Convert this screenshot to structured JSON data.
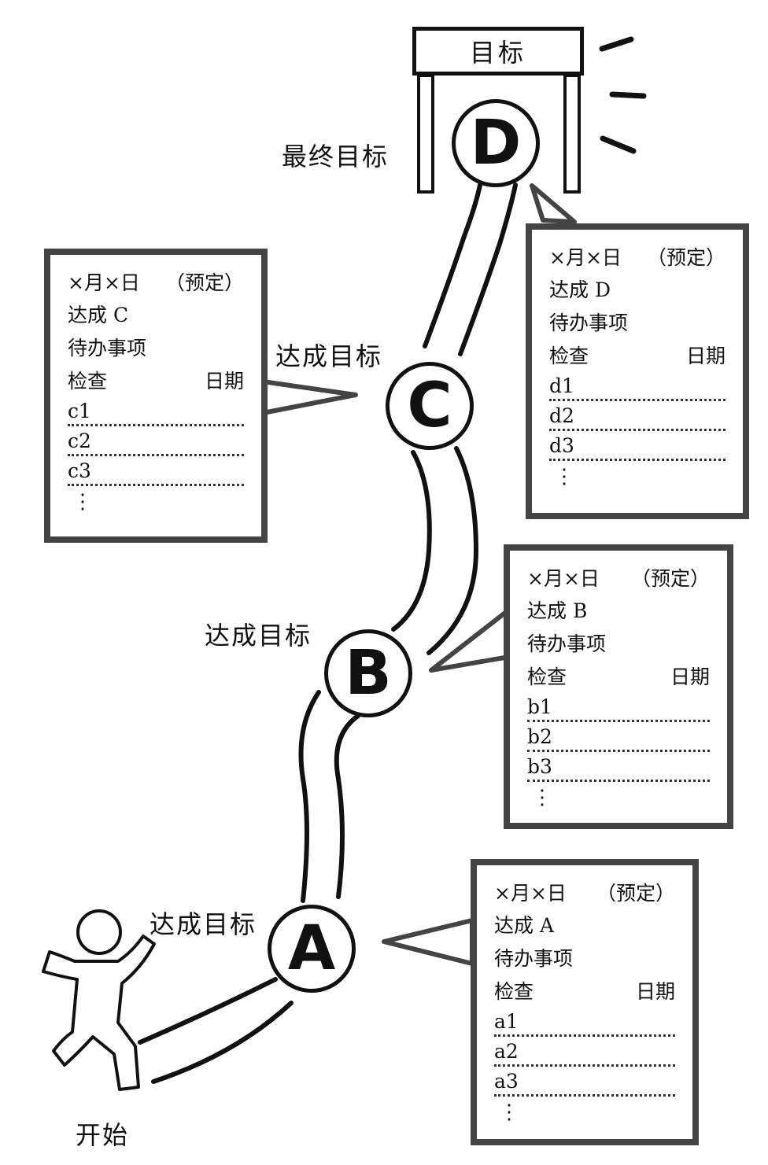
{
  "goal_sign": "目标",
  "start_label": "开始",
  "final_goal_label": "最终目标",
  "milestone_label": "达成目标",
  "nodes": [
    "A",
    "B",
    "C",
    "D"
  ],
  "cards": {
    "a": {
      "date": "×月×日",
      "planned": "（预定）",
      "achieve": "达成 A",
      "todo": "待办事项",
      "check": "检查",
      "date_col": "日期",
      "items": [
        "a1",
        "a2",
        "a3"
      ],
      "more": "⋮"
    },
    "b": {
      "date": "×月×日",
      "planned": "（预定）",
      "achieve": "达成 B",
      "todo": "待办事项",
      "check": "检查",
      "date_col": "日期",
      "items": [
        "b1",
        "b2",
        "b3"
      ],
      "more": "⋮"
    },
    "c": {
      "date": "×月×日",
      "planned": "（预定）",
      "achieve": "达成 C",
      "todo": "待办事项",
      "check": "检查",
      "date_col": "日期",
      "items": [
        "c1",
        "c2",
        "c3"
      ],
      "more": "⋮"
    },
    "d": {
      "date": "×月×日",
      "planned": "（预定）",
      "achieve": "达成 D",
      "todo": "待办事项",
      "check": "检查",
      "date_col": "日期",
      "items": [
        "d1",
        "d2",
        "d3"
      ],
      "more": "⋮"
    }
  }
}
